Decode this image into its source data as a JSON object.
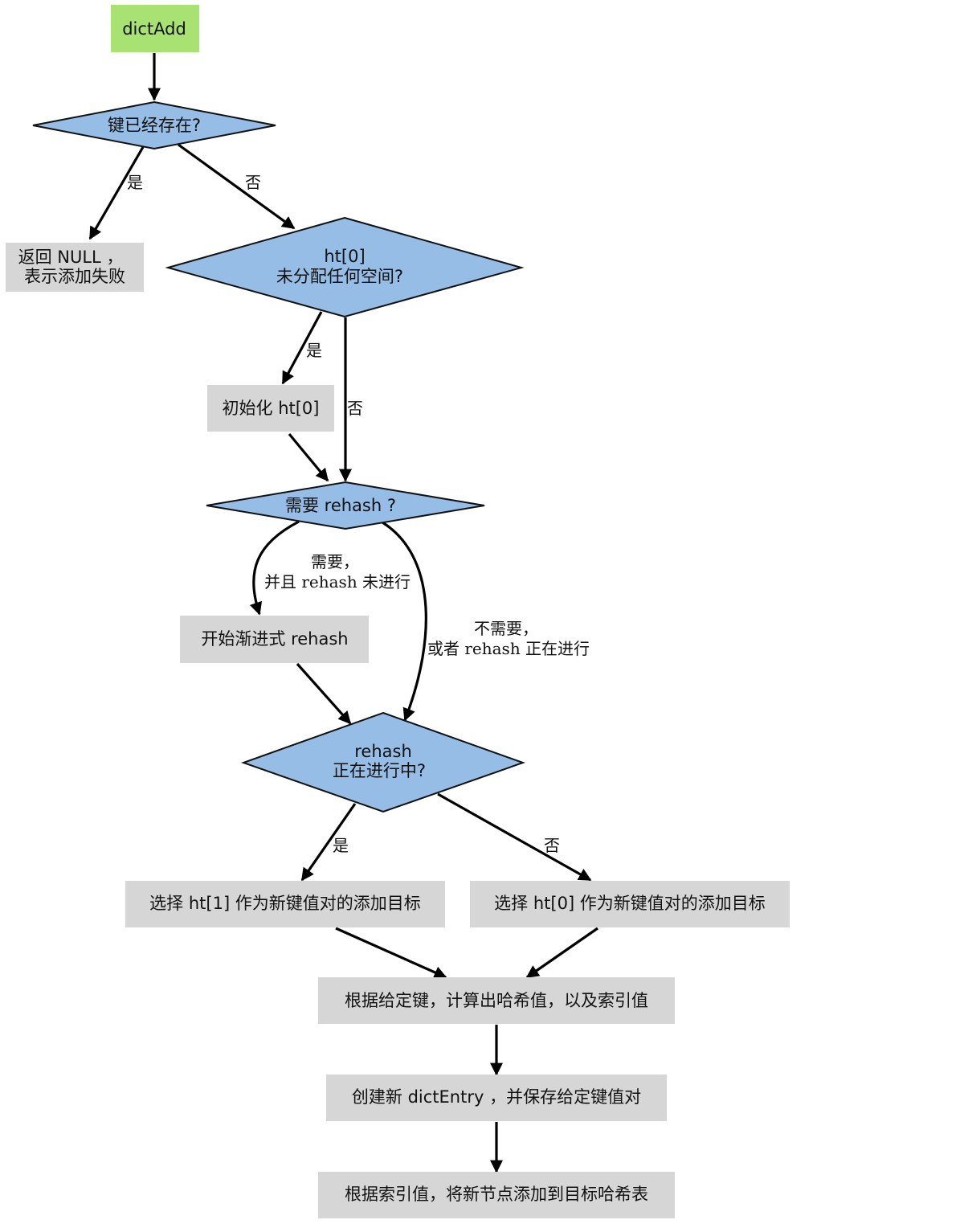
{
  "diagram": {
    "title": "dictAdd flowchart",
    "colors": {
      "start_fill": "#a8e272",
      "decision_fill": "#96bde6",
      "process_fill": "#d6d6d6",
      "edge": "#000000"
    },
    "nodes": {
      "start": {
        "type": "start",
        "lines": [
          "dictAdd"
        ]
      },
      "key_exists": {
        "type": "decision",
        "lines": [
          "键已经存在?"
        ]
      },
      "return_null": {
        "type": "process",
        "lines": [
          "返回 NULL ，",
          "表示添加失败"
        ]
      },
      "ht0_unallocated": {
        "type": "decision",
        "lines": [
          "ht[0]",
          "未分配任何空间?"
        ]
      },
      "init_ht0": {
        "type": "process",
        "lines": [
          "初始化 ht[0]"
        ]
      },
      "need_rehash": {
        "type": "decision",
        "lines": [
          "需要 rehash ?"
        ]
      },
      "start_rehash": {
        "type": "process",
        "lines": [
          "开始渐进式 rehash"
        ]
      },
      "rehashing": {
        "type": "decision",
        "lines": [
          "rehash",
          "正在进行中?"
        ]
      },
      "select_ht1": {
        "type": "process",
        "lines": [
          "选择 ht[1] 作为新键值对的添加目标"
        ]
      },
      "select_ht0": {
        "type": "process",
        "lines": [
          "选择 ht[0] 作为新键值对的添加目标"
        ]
      },
      "compute_hash": {
        "type": "process",
        "lines": [
          "根据给定键，计算出哈希值，以及索引值"
        ]
      },
      "create_entry": {
        "type": "process",
        "lines": [
          "创建新 dictEntry ，并保存给定键值对"
        ]
      },
      "add_node": {
        "type": "process",
        "lines": [
          "根据索引值，将新节点添加到目标哈希表"
        ]
      }
    },
    "edges": [
      {
        "from": "start",
        "to": "key_exists",
        "lines": []
      },
      {
        "from": "key_exists",
        "to": "return_null",
        "lines": [
          "是"
        ]
      },
      {
        "from": "key_exists",
        "to": "ht0_unallocated",
        "lines": [
          "否"
        ]
      },
      {
        "from": "ht0_unallocated",
        "to": "init_ht0",
        "lines": [
          "是"
        ]
      },
      {
        "from": "ht0_unallocated",
        "to": "need_rehash",
        "lines": [
          "否"
        ]
      },
      {
        "from": "init_ht0",
        "to": "need_rehash",
        "lines": []
      },
      {
        "from": "need_rehash",
        "to": "start_rehash",
        "lines": [
          "需要，",
          "并且 rehash 未进行"
        ]
      },
      {
        "from": "need_rehash",
        "to": "rehashing",
        "lines": [
          "不需要，",
          "或者 rehash 正在进行"
        ]
      },
      {
        "from": "start_rehash",
        "to": "rehashing",
        "lines": []
      },
      {
        "from": "rehashing",
        "to": "select_ht1",
        "lines": [
          "是"
        ]
      },
      {
        "from": "rehashing",
        "to": "select_ht0",
        "lines": [
          "否"
        ]
      },
      {
        "from": "select_ht1",
        "to": "compute_hash",
        "lines": []
      },
      {
        "from": "select_ht0",
        "to": "compute_hash",
        "lines": []
      },
      {
        "from": "compute_hash",
        "to": "create_entry",
        "lines": []
      },
      {
        "from": "create_entry",
        "to": "add_node",
        "lines": []
      }
    ]
  }
}
